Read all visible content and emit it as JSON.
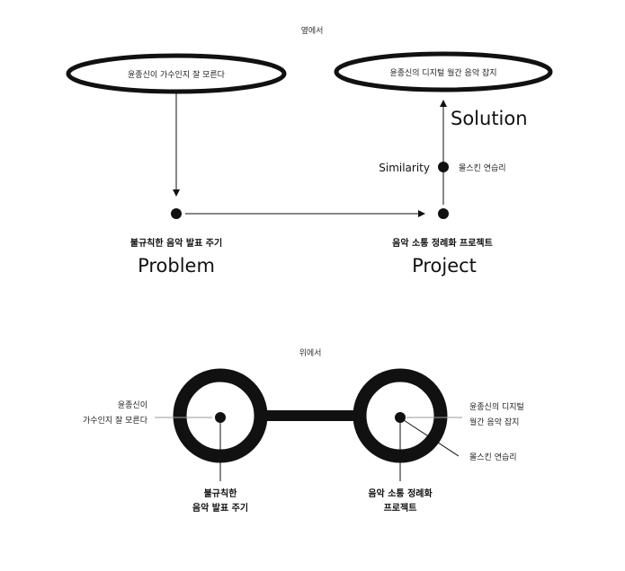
{
  "side_view": {
    "title": "옆에서",
    "ellipse_left_label": "윤종신이 가수인지 잘 모른다",
    "ellipse_right_label": "윤종신의 디지털 월간 음악 잡지",
    "solution_label": "Solution",
    "similarity_label": "Similarity",
    "similarity_sub": "몰스킨 연습리",
    "problem_korean": "불규칙한 음악 발표 주기",
    "problem_label": "Problem",
    "project_korean": "음악 소통 정례화 프로젝트",
    "project_label": "Project"
  },
  "top_view": {
    "title": "위에서",
    "left_note_line1": "윤종신이",
    "left_note_line2": "가수인지 잘 모른다",
    "right_note_line1": "윤종신의 디지털",
    "right_note_line2": "월간 음악 잡지",
    "right_sub_note": "몰스킨 연습리",
    "left_bottom_line1": "불규칙한",
    "left_bottom_line2": "음악 발표 주기",
    "right_bottom_line1": "음악 소통 정례화",
    "right_bottom_line2": "프로젝트"
  },
  "colors": {
    "ink": "#111111",
    "grey_line": "#9a9a9a"
  }
}
